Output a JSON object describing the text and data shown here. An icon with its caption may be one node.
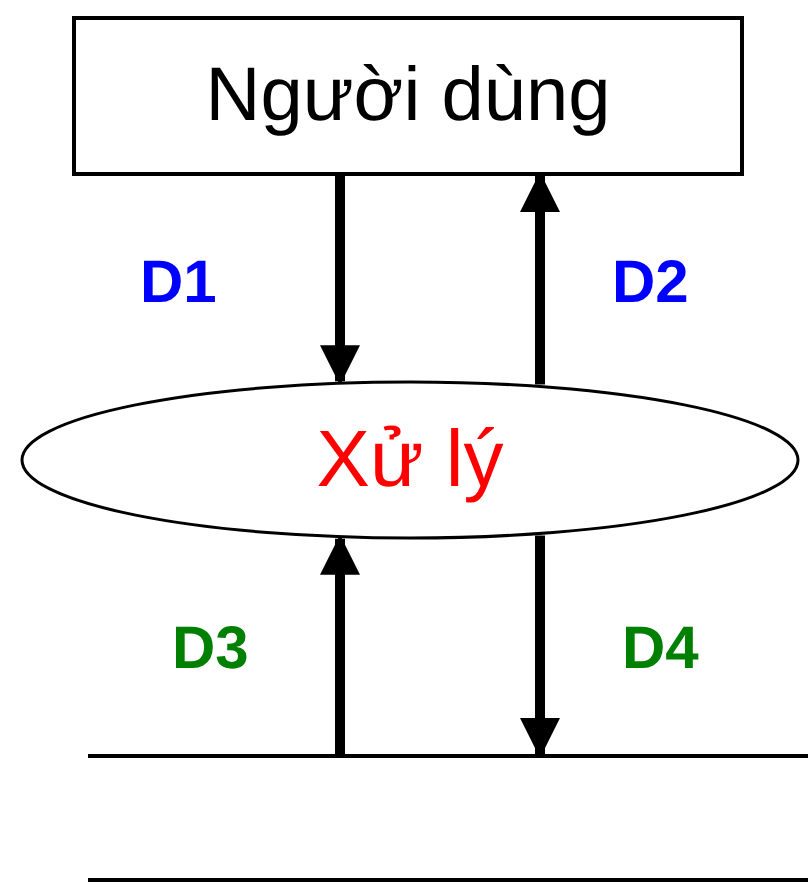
{
  "diagram": {
    "nodes": [
      {
        "text": [
          "Người dùng"
        ]
      },
      {
        "text": [
          "Xử lý"
        ]
      },
      {
        "text": [],
        "shape": "box"
      }
    ],
    "edges": [
      {
        "from": 0,
        "to": 1,
        "arrow": "to",
        "label": "D1"
      },
      {
        "from": 1,
        "to": 0,
        "arrow": "to",
        "label": "D2"
      },
      {
        "from": 2,
        "to": 1,
        "arrow": "to",
        "label": "D3"
      },
      {
        "from": 1,
        "to": 2,
        "arrow": "to",
        "label": "D4"
      }
    ]
  }
}
